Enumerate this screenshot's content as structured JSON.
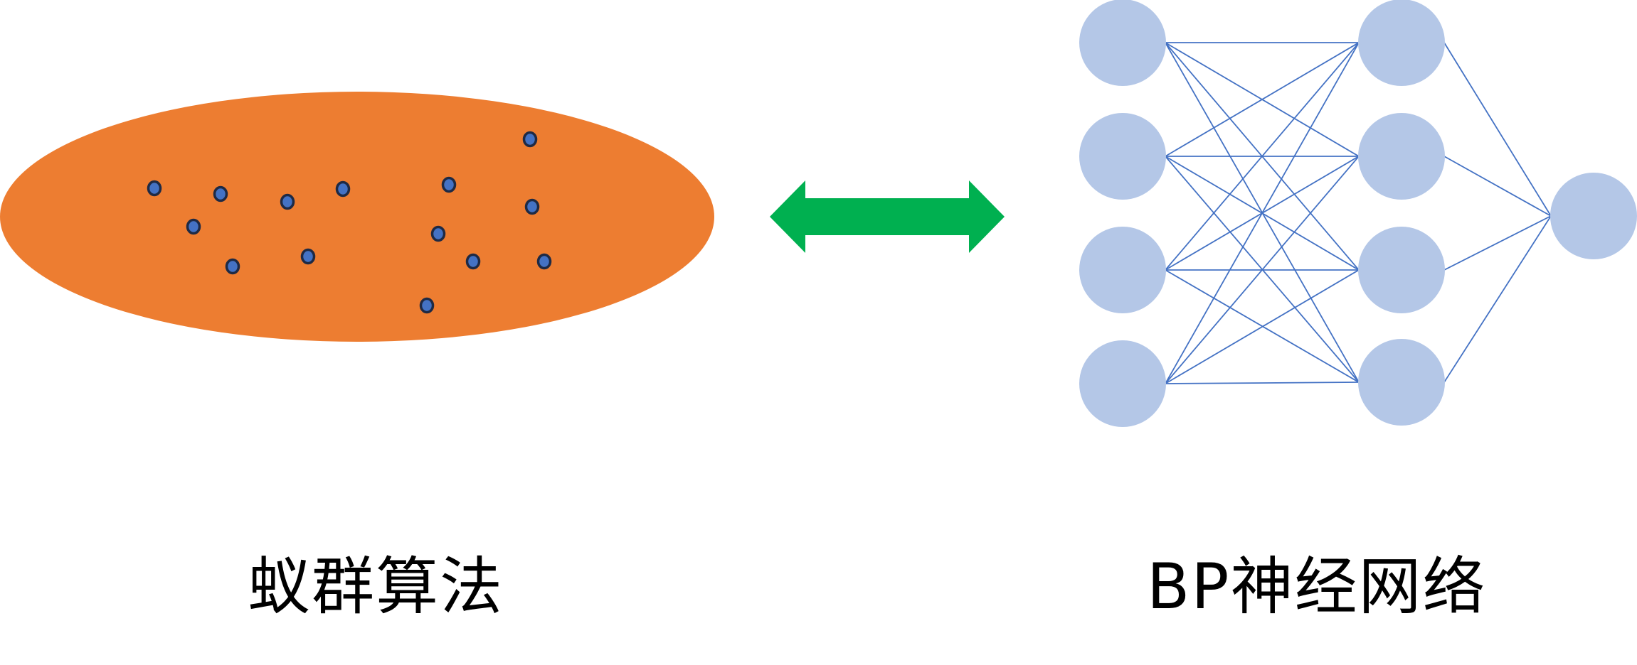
{
  "labels": {
    "left": "蚁群算法",
    "right": "BP神经网络"
  },
  "colors": {
    "ant_region_fill": "#ED7D31",
    "ant_fill": "#4472C4",
    "ant_stroke": "#1F2A44",
    "arrow_fill": "#00B050",
    "neuron_fill": "#B4C7E7",
    "connection_stroke": "#4472C4"
  },
  "network": {
    "layers": [
      4,
      4,
      1
    ]
  }
}
